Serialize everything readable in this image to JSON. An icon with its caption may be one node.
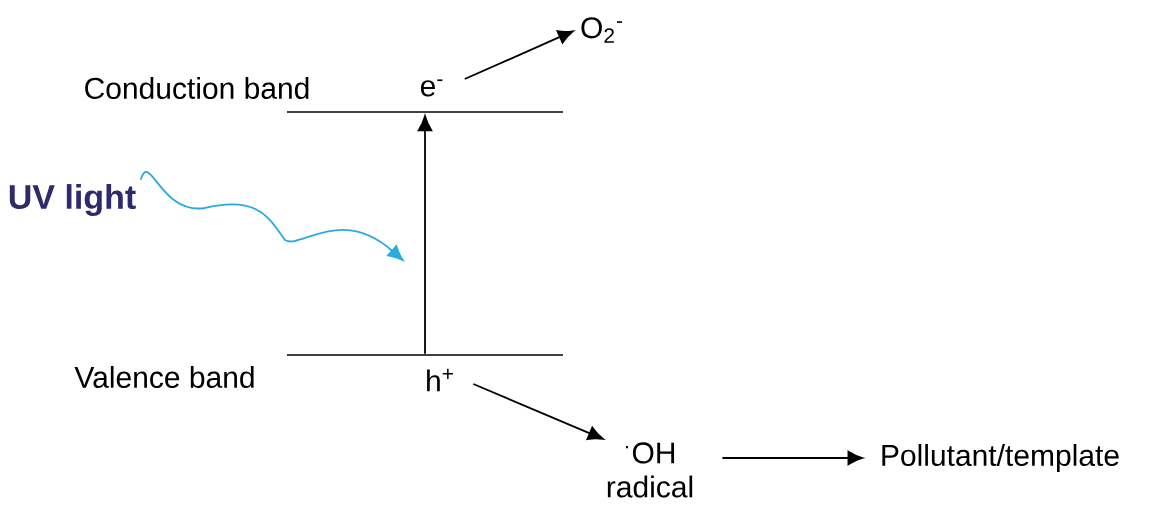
{
  "diagram": {
    "nodes": [
      {
        "text": [],
        "shape": "bar"
      },
      {
        "text": [],
        "shape": "bar"
      },
      {
        "text": [
          "e$^{-}$"
        ]
      },
      {
        "text": [
          "O$_{2}$$^{-}$"
        ]
      },
      {
        "text": [
          "h$^{+}$"
        ]
      },
      {
        "text": [
          "$^{·}$OH radical"
        ]
      },
      {
        "text": [
          "Pollutant/template"
        ]
      },
      {
        "text": [
          "UV light"
        ]
      }
    ],
    "edges": [
      {
        "from": 1,
        "to": 0,
        "arrow": "to"
      },
      {
        "from": 2,
        "to": 3,
        "arrow": "to"
      },
      {
        "from": 4,
        "to": 5,
        "arrow": "to"
      },
      {
        "from": 5,
        "to": 6,
        "arrow": "to"
      },
      {
        "from": 7,
        "to": null,
        "arrow": "to",
        "color": "#29abe2"
      }
    ],
    "labels": [
      "Conduction band",
      "Valence band"
    ]
  }
}
